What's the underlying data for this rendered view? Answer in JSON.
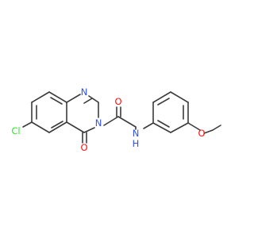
{
  "molecule": {
    "atoms": {
      "n1": {
        "label": "N",
        "color": "#3050f8"
      },
      "n3": {
        "label": "N",
        "color": "#3050f8"
      },
      "o4": {
        "label": "O",
        "color": "#ff0d0d"
      },
      "cl": {
        "label": "Cl",
        "color": "#1ff01f"
      },
      "o_amide": {
        "label": "O",
        "color": "#ff0d0d"
      },
      "nh": {
        "label": "N",
        "color": "#3050f8"
      },
      "nh_h": {
        "label": "H",
        "color": "#3050f8"
      },
      "o_methoxy": {
        "label": "O",
        "color": "#ff0d0d"
      }
    },
    "bond_color": "#3b3b3b"
  }
}
